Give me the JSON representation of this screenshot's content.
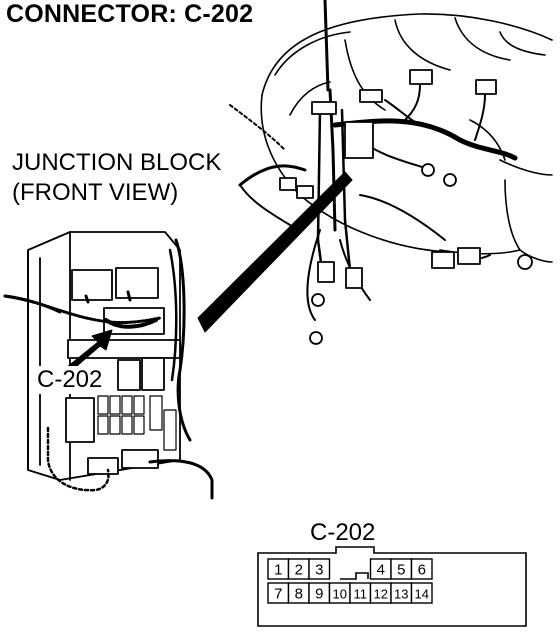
{
  "diagram": {
    "title": "CONNECTOR: C-202",
    "junction_label_line1": "JUNCTION BLOCK",
    "junction_label_line2": "(FRONT VIEW)",
    "callout_label": "C-202",
    "connector_label": "C-202",
    "pins_top": [
      "1",
      "2",
      "3",
      "",
      "",
      "4",
      "5",
      "6"
    ],
    "pins_bottom": [
      "7",
      "8",
      "9",
      "10",
      "11",
      "12",
      "13",
      "14"
    ]
  }
}
